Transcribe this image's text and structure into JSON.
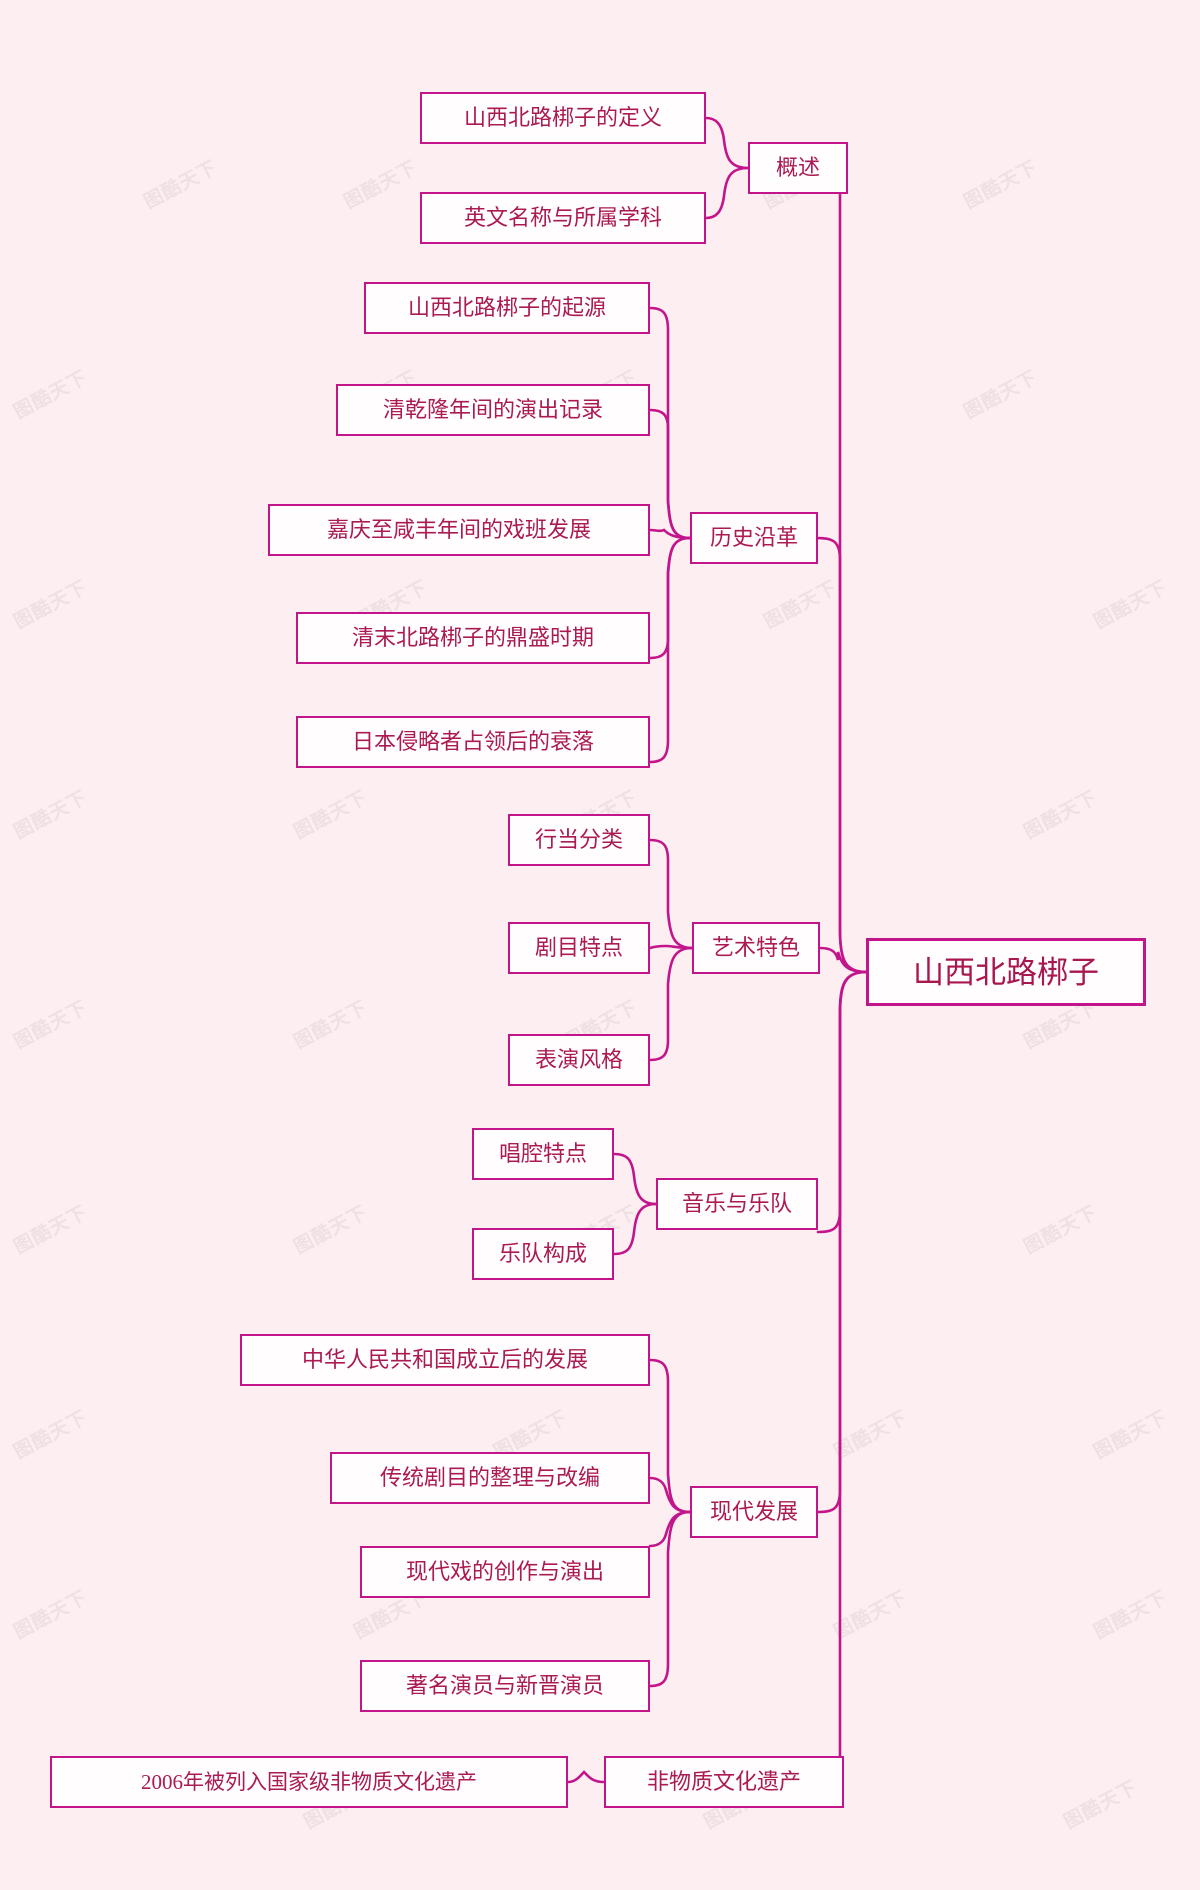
{
  "diagram": {
    "type": "mindmap",
    "title": "山西北路梆子",
    "colors": {
      "background": "#fceef1",
      "node_border": "#c2158c",
      "node_fill": "#fffdfe",
      "text": "#ab1a52",
      "link": "#c2158c"
    },
    "watermark_text": "图酷天下"
  },
  "root": {
    "label": "山西北路梆子"
  },
  "branches": [
    {
      "label": "概述",
      "children": [
        {
          "label": "山西北路梆子的定义"
        },
        {
          "label": "英文名称与所属学科"
        }
      ]
    },
    {
      "label": "历史沿革",
      "children": [
        {
          "label": "山西北路梆子的起源"
        },
        {
          "label": "清乾隆年间的演出记录"
        },
        {
          "label": "嘉庆至咸丰年间的戏班发展"
        },
        {
          "label": "清末北路梆子的鼎盛时期"
        },
        {
          "label": "日本侵略者占领后的衰落"
        }
      ]
    },
    {
      "label": "艺术特色",
      "children": [
        {
          "label": "行当分类"
        },
        {
          "label": "剧目特点"
        },
        {
          "label": "表演风格"
        }
      ]
    },
    {
      "label": "音乐与乐队",
      "children": [
        {
          "label": "唱腔特点"
        },
        {
          "label": "乐队构成"
        }
      ]
    },
    {
      "label": "现代发展",
      "children": [
        {
          "label": "中华人民共和国成立后的发展"
        },
        {
          "label": "传统剧目的整理与改编"
        },
        {
          "label": "现代戏的创作与演出"
        },
        {
          "label": "著名演员与新晋演员"
        }
      ]
    },
    {
      "label": "非物质文化遗产",
      "children": [
        {
          "label": "2006年被列入国家级非物质文化遗产"
        }
      ]
    }
  ]
}
